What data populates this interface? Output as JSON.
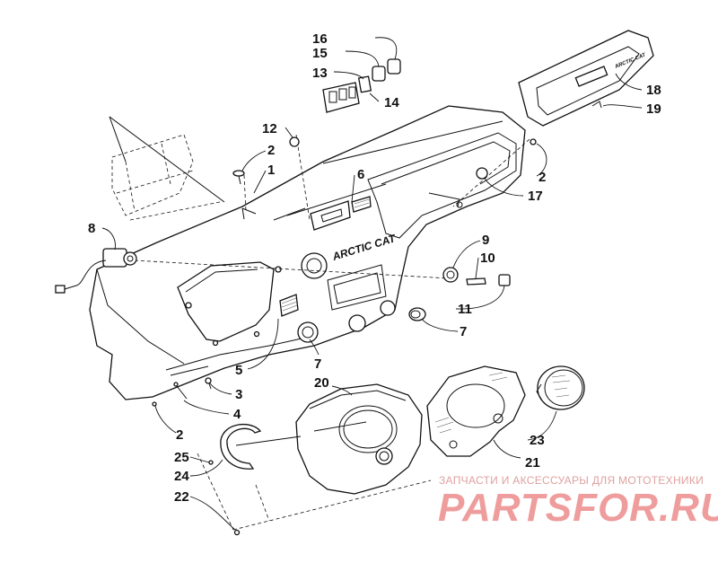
{
  "brand_label": "ARCTIC CAT",
  "watermark": {
    "tagline": "ЗАПЧАСТИ И АКСЕССУАРЫ ДЛЯ МОТОТЕХНИКИ",
    "site": "PARTSFOR.RU"
  },
  "callouts": [
    {
      "id": "16",
      "label": "16"
    },
    {
      "id": "15",
      "label": "15"
    },
    {
      "id": "13",
      "label": "13"
    },
    {
      "id": "14",
      "label": "14"
    },
    {
      "id": "12",
      "label": "12"
    },
    {
      "id": "2a",
      "label": "2"
    },
    {
      "id": "1",
      "label": "1"
    },
    {
      "id": "6",
      "label": "6"
    },
    {
      "id": "18",
      "label": "18"
    },
    {
      "id": "19",
      "label": "19"
    },
    {
      "id": "2b",
      "label": "2"
    },
    {
      "id": "17",
      "label": "17"
    },
    {
      "id": "8",
      "label": "8"
    },
    {
      "id": "9",
      "label": "9"
    },
    {
      "id": "10",
      "label": "10"
    },
    {
      "id": "11",
      "label": "11"
    },
    {
      "id": "7a",
      "label": "7"
    },
    {
      "id": "7b",
      "label": "7"
    },
    {
      "id": "5",
      "label": "5"
    },
    {
      "id": "20",
      "label": "20"
    },
    {
      "id": "3",
      "label": "3"
    },
    {
      "id": "4",
      "label": "4"
    },
    {
      "id": "2c",
      "label": "2"
    },
    {
      "id": "25",
      "label": "25"
    },
    {
      "id": "24",
      "label": "24"
    },
    {
      "id": "23",
      "label": "23"
    },
    {
      "id": "21",
      "label": "21"
    },
    {
      "id": "22",
      "label": "22"
    }
  ],
  "colors": {
    "line": "#111111",
    "watermark": "#ef9c9c"
  }
}
